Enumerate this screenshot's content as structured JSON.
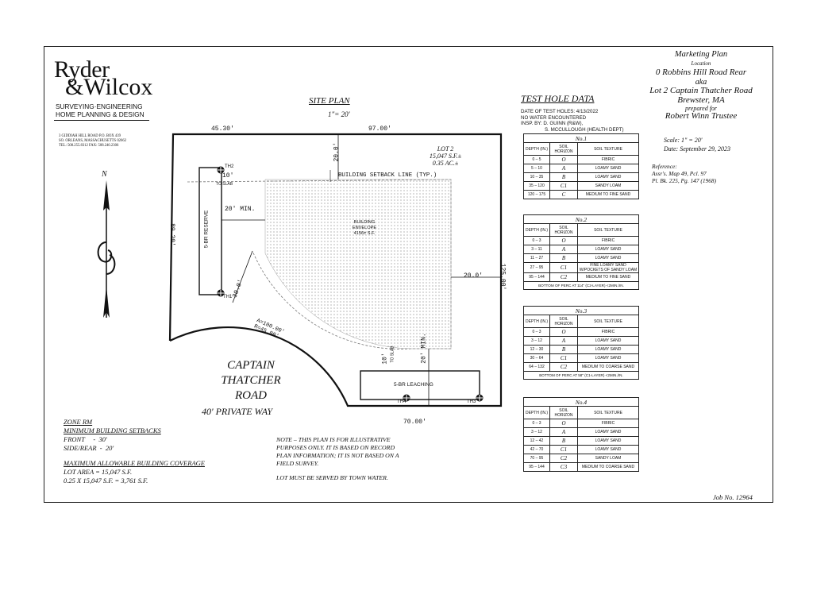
{
  "company": {
    "logo_line1": "Ryder",
    "logo_line2": "&Wilcox",
    "tagline1": "SURVEYING·ENGINEERING",
    "tagline2": "HOME PLANNING & DESIGN",
    "address1": "3 GIDDIAH HILL ROAD  P.O. BOX 439",
    "address2": "SO. ORLEANS, MASSACHUSETTS 02662",
    "phone": "TEL: 508.255.8312  FAX: 508.240.2306"
  },
  "north": "N",
  "site_plan": {
    "title": "SITE PLAN",
    "scale": "1\"= 20'",
    "dim_top_left": "45.30'",
    "dim_top_right": "97.00'",
    "dim_left": "89.20'",
    "dim_right": "125.00'",
    "dim_bottom": "70.00'",
    "setback_top": "20.0'",
    "setback_left": "20' MIN.",
    "setback_right": "20.0'",
    "setback_curve": "30.0'",
    "setback_bottom": "20' MIN.",
    "lot_title": "LOT 2",
    "lot_sf": "15,047 S.F.±",
    "lot_ac": "0.35 AC.±",
    "setback_line": "BUILDING SETBACK LINE (TYP.)",
    "envelope_line1": "BUILDING",
    "envelope_line2": "ENVELOPE",
    "envelope_line3": "4156± S.F.",
    "reserve": "5-BR RESERVE",
    "leaching": "5-BR LEACHING",
    "to_slab_1": "10'",
    "to_slab_2": "TO SLAB",
    "to_slab_3": "10'",
    "to_slab_4": "TO SLAB",
    "arc_a": "A=100.00'",
    "arc_r": "R=45.00'",
    "th1": "TH1",
    "th2": "TH2",
    "th3": "TH3",
    "th4": "TH4",
    "road1": "CAPTAIN",
    "road2": "THATCHER",
    "road3": "ROAD",
    "road4": "40' PRIVATE WAY"
  },
  "zone": {
    "title": "ZONE RM",
    "setbacks_title": "MINIMUM BUILDING SETBACKS",
    "front": "FRONT     -  30'",
    "side": "SIDE/REAR  -  20'",
    "coverage_title": "MAXIMUM ALLOWABLE BUILDING COVERAGE",
    "lot_area": "LOT AREA = 15,047 S.F.",
    "calc": "0.25 X 15,047 S.F. = 3,761 S.F."
  },
  "note": {
    "line1": "NOTE – THIS PLAN IS FOR ILLUSTRATIVE",
    "line2": "PURPOSES ONLY. IT IS BASED ON RECORD",
    "line3": "PLAN INFORMATION; IT IS NOT BASED ON A",
    "line4": "FIELD SURVEY.",
    "line5": "LOT MUST BE SERVED BY TOWN WATER."
  },
  "test_hole": {
    "title": "TEST HOLE DATA",
    "date_line": "DATE OF TEST HOLES:   4/13/2022",
    "water_line": "NO WATER ENCOUNTERED",
    "insp_line": "INSP. BY: D. GUINN (R&W),",
    "insp_line2": "S. MCCULLOUGH (HEALTH DEPT)",
    "headers": [
      "DEPTH (IN.)",
      "SOIL HORIZON",
      "SOIL TEXTURE"
    ],
    "holes": [
      {
        "name": "No.1",
        "rows": [
          [
            "0 – 5",
            "O",
            "FIBRIC"
          ],
          [
            "5 – 10",
            "A",
            "LOAMY SAND"
          ],
          [
            "10 – 35",
            "B",
            "LOAMY SAND"
          ],
          [
            "35 – 120",
            "C1",
            "SANDY LOAM"
          ],
          [
            "120 – 175",
            "C",
            "MEDIUM TO FINE SAND"
          ]
        ],
        "footer": ""
      },
      {
        "name": "No.2",
        "rows": [
          [
            "0 – 3",
            "O",
            "FIBRIC"
          ],
          [
            "3 – 11",
            "A",
            "LOAMY SAND"
          ],
          [
            "11 – 27",
            "B",
            "LOAMY SAND"
          ],
          [
            "27 – 95",
            "C1",
            "FINE LOAMY SAND W/POCKETS OF SANDY LOAM"
          ],
          [
            "95 – 144",
            "C2",
            "MEDIUM TO FINE SAND"
          ]
        ],
        "footer": "BOTTOM OF PERC AT 114\" (C2-LAYER) <2MIN./IN."
      },
      {
        "name": "No.3",
        "rows": [
          [
            "0 – 3",
            "O",
            "FIBRIC"
          ],
          [
            "3 – 12",
            "A",
            "LOAMY SAND"
          ],
          [
            "12 – 30",
            "B",
            "LOAMY SAND"
          ],
          [
            "30 – 64",
            "C1",
            "LOAMY SAND"
          ],
          [
            "64 – 132",
            "C2",
            "MEDIUM TO COARSE SAND"
          ]
        ],
        "footer": "BOTTOM OF PERC AT 58\" (C1-LAYER) <2MIN./IN."
      },
      {
        "name": "No.4",
        "rows": [
          [
            "0 – 3",
            "O",
            "FIBRIC"
          ],
          [
            "3 – 12",
            "A",
            "LOAMY SAND"
          ],
          [
            "12 – 42",
            "B",
            "LOAMY SAND"
          ],
          [
            "42 – 70",
            "C1",
            "LOAMY SAND"
          ],
          [
            "70 – 95",
            "C2",
            "SANDY LOAM"
          ],
          [
            "95 – 144",
            "C3",
            "MEDIUM TO COARSE SAND"
          ]
        ],
        "footer": ""
      }
    ]
  },
  "title_block": {
    "line1": "Marketing Plan",
    "line2": "Location",
    "line3": "0 Robbins Hill Road Rear",
    "line4": "aka",
    "line5": "Lot 2 Captain Thatcher Road",
    "line6": "Brewster, MA",
    "line7": "prepared for",
    "line8": "Robert Winn Trustee",
    "scale": "Scale:  1\" = 20'",
    "date": "Date:  September 29, 2023",
    "ref_title": "Reference:",
    "ref1": "Assr's. Map 49, Pcl. 97",
    "ref2": "Pl. Bk. 225, Pg. 147 (1968)",
    "job": "Job No. 12964"
  }
}
